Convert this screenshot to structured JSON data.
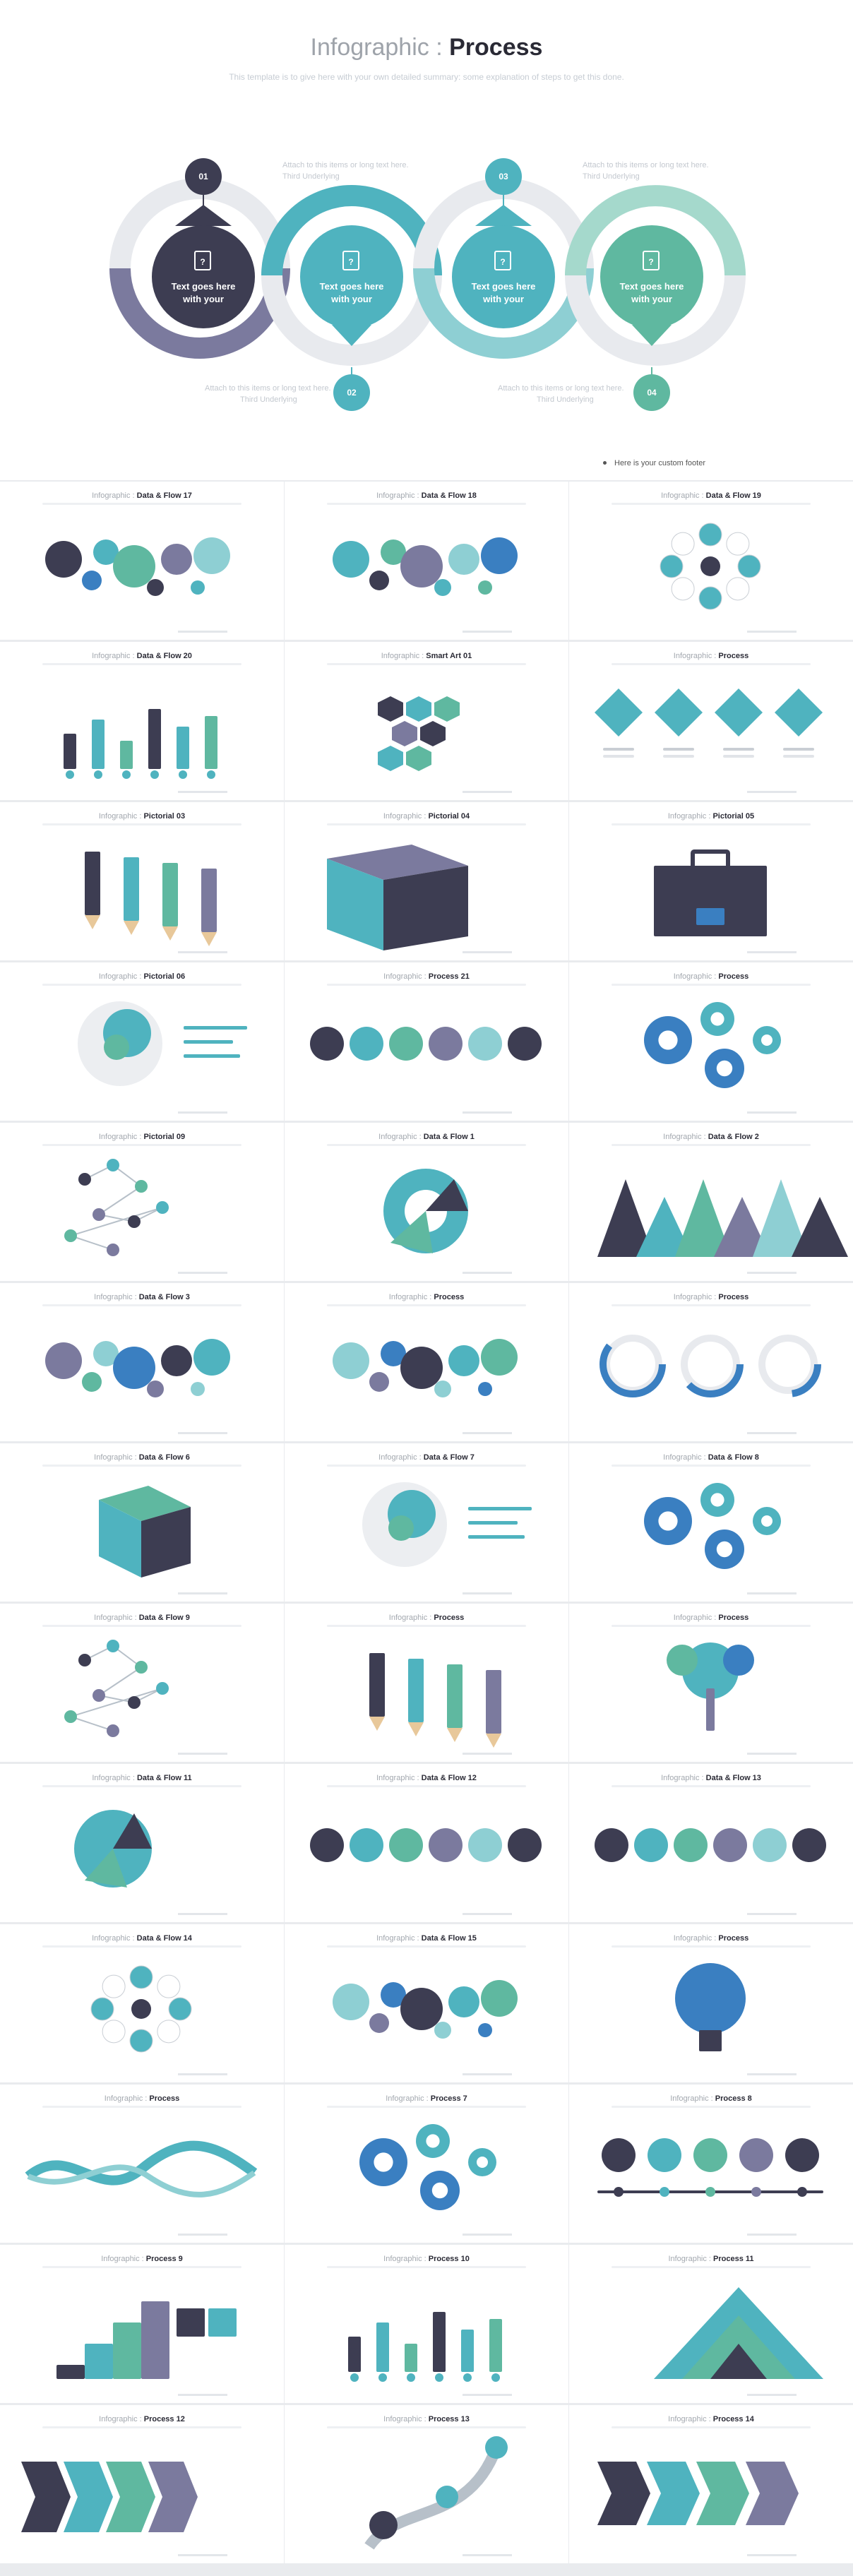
{
  "hero": {
    "title_light": "Infographic : ",
    "title_bold": "Process",
    "subtitle": "This template is to give here with your own detailed summary: some explanation of steps to get this done.",
    "steps": [
      {
        "number": "01",
        "label": "Text goes here with your",
        "note": "Attach to this items or long text here. Third Underlying"
      },
      {
        "number": "02",
        "label": "Text goes here with your",
        "note": "Attach to this items or long text here. Third Underlying"
      },
      {
        "number": "03",
        "label": "Text goes here with your",
        "note": "Attach to this items or long text here. Third Underlying"
      },
      {
        "number": "04",
        "label": "Text goes here with your",
        "note": "Attach to this items or long text here. Third Underlying"
      }
    ],
    "footer": "Here is your custom footer"
  },
  "thumbnails": [
    {
      "light": "Infographic : ",
      "bold": "Data & Flow 17",
      "kind": "bubbles"
    },
    {
      "light": "Infographic : ",
      "bold": "Data & Flow 18",
      "kind": "bubbles"
    },
    {
      "light": "Infographic : ",
      "bold": "Data & Flow 19",
      "kind": "ring"
    },
    {
      "light": "Infographic : ",
      "bold": "Data & Flow 20",
      "kind": "bars"
    },
    {
      "light": "Infographic : ",
      "bold": "Smart Art 01",
      "kind": "hex"
    },
    {
      "light": "Infographic : ",
      "bold": "Process",
      "kind": "diamonds"
    },
    {
      "light": "Infographic : ",
      "bold": "Pictorial 03",
      "kind": "pencils"
    },
    {
      "light": "Infographic : ",
      "bold": "Pictorial 04",
      "kind": "box"
    },
    {
      "light": "Infographic : ",
      "bold": "Pictorial 05",
      "kind": "bag"
    },
    {
      "light": "Infographic : ",
      "bold": "Pictorial 06",
      "kind": "head"
    },
    {
      "light": "Infographic : ",
      "bold": "Process 21",
      "kind": "chain"
    },
    {
      "light": "Infographic : ",
      "bold": "Process",
      "kind": "gears"
    },
    {
      "light": "Infographic : ",
      "bold": "Pictorial 09",
      "kind": "network"
    },
    {
      "light": "Infographic : ",
      "bold": "Data & Flow 1",
      "kind": "donut"
    },
    {
      "light": "Infographic : ",
      "bold": "Data & Flow 2",
      "kind": "peaks"
    },
    {
      "light": "Infographic : ",
      "bold": "Data & Flow 3",
      "kind": "bubbles"
    },
    {
      "light": "Infographic : ",
      "bold": "Process",
      "kind": "bubbles"
    },
    {
      "light": "Infographic : ",
      "bold": "Process",
      "kind": "rings"
    },
    {
      "light": "Infographic : ",
      "bold": "Data & Flow 6",
      "kind": "cube"
    },
    {
      "light": "Infographic : ",
      "bold": "Data & Flow 7",
      "kind": "head"
    },
    {
      "light": "Infographic : ",
      "bold": "Data & Flow 8",
      "kind": "gears"
    },
    {
      "light": "Infographic : ",
      "bold": "Data & Flow 9",
      "kind": "network"
    },
    {
      "light": "Infographic : ",
      "bold": "Process",
      "kind": "pencils"
    },
    {
      "light": "Infographic : ",
      "bold": "Process",
      "kind": "tree"
    },
    {
      "light": "Infographic : ",
      "bold": "Data & Flow 11",
      "kind": "pie"
    },
    {
      "light": "Infographic : ",
      "bold": "Data & Flow 12",
      "kind": "chain"
    },
    {
      "light": "Infographic : ",
      "bold": "Data & Flow 13",
      "kind": "chain"
    },
    {
      "light": "Infographic : ",
      "bold": "Data & Flow 14",
      "kind": "ring"
    },
    {
      "light": "Infographic : ",
      "bold": "Data & Flow 15",
      "kind": "bubbles"
    },
    {
      "light": "Infographic : ",
      "bold": "Process",
      "kind": "bulb"
    },
    {
      "light": "Infographic : ",
      "bold": "Process",
      "kind": "wave"
    },
    {
      "light": "Infographic : ",
      "bold": "Process 7",
      "kind": "gears"
    },
    {
      "light": "Infographic : ",
      "bold": "Process 8",
      "kind": "timeline"
    },
    {
      "light": "Infographic : ",
      "bold": "Process 9",
      "kind": "stairs"
    },
    {
      "light": "Infographic : ",
      "bold": "Process 10",
      "kind": "bars"
    },
    {
      "light": "Infographic : ",
      "bold": "Process 11",
      "kind": "pyramid"
    },
    {
      "light": "Infographic : ",
      "bold": "Process 12",
      "kind": "arrows"
    },
    {
      "light": "Infographic : ",
      "bold": "Process 13",
      "kind": "road"
    },
    {
      "light": "Infographic : ",
      "bold": "Process 14",
      "kind": "chevrons"
    }
  ],
  "colors": {
    "dark": "#3d3d52",
    "teal": "#4fb3bf",
    "green": "#5fb8a0",
    "purple": "#7b7a9e",
    "light": "#eceef1"
  }
}
